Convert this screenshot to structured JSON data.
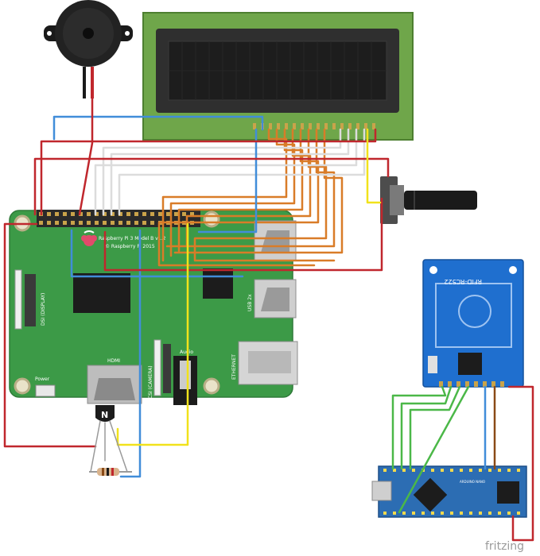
{
  "pi_board": {
    "model_label": "Raspberry Pi 3 Model B v1.2",
    "copyright_label": "© Raspberry Pi 2015",
    "dsi_label": "DSI (DISPLAY)",
    "csi_label": "CSI (CAMERA)",
    "hdmi_label": "HDMI",
    "audio_label": "Audio",
    "power_label": "Power",
    "ethernet_label": "ETHERNET",
    "usb_label": "USB 2x"
  },
  "rfid": {
    "label": "RFID-RC522"
  },
  "arduino": {
    "label": "ARDUINO NANO"
  },
  "transistor": {
    "marking": "N"
  },
  "watermark": {
    "text": "fritzing"
  },
  "colors": {
    "board_green": "#3c9a47",
    "wire_red": "#c0272d",
    "wire_blue": "#418dd9",
    "wire_orange": "#d97c28",
    "wire_white": "#dcdcdc",
    "wire_yellow": "#f1e21b",
    "wire_green": "#4bb848",
    "wire_brown": "#8a4a16",
    "rfid_blue": "#1f6fcf",
    "nano_blue": "#2c6db3",
    "lcd_frame": "#6fa64a"
  }
}
